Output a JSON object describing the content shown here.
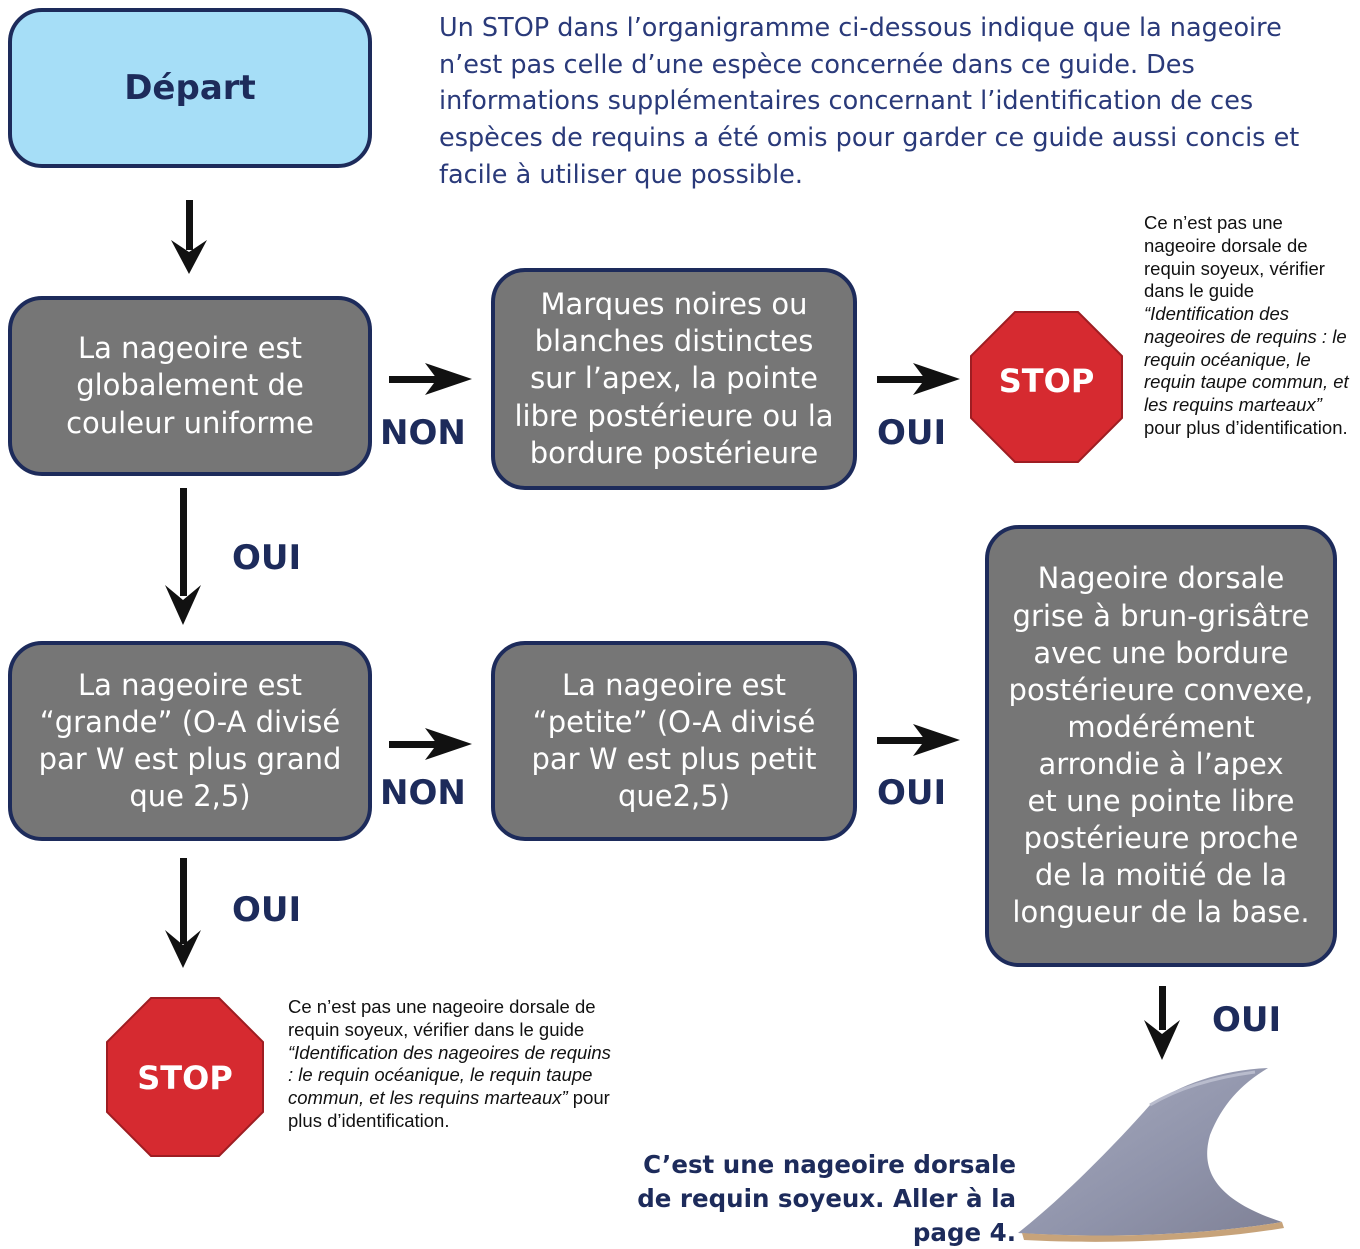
{
  "intro_text": "Un STOP dans l’organigramme ci-dessous indique que la nageoire n’est pas celle d’une espèce concernée dans ce guide. Des informations supplémentaires concernant l’identification de ces espèces de requins a été omis pour garder ce guide aussi concis et facile à utiliser que possible.",
  "nodes": {
    "start": "Départ",
    "q1": "La nageoire est\nglobalement de\ncouleur uniforme",
    "q2": "Marques noires ou\nblanches distinctes\nsur l’apex, la pointe\nlibre postérieure ou la\nbordure postérieure",
    "q3": "La nageoire est\n“grande” (O-A divisé\npar W est plus grand\nque 2,5)",
    "q4": "La nageoire est\n“petite” (O-A divisé\npar W est plus petit\nque2,5)",
    "q5": "Nageoire dorsale\ngrise à brun-grisâtre\navec une bordure\npostérieure convexe,\nmodérément\narrondie à l’apex\net une pointe libre\npostérieure proche\nde la moitié de la\nlongueur de la base."
  },
  "labels": {
    "non_1": "NON",
    "oui_1": "OUI",
    "oui_2": "OUI",
    "non_2": "NON",
    "oui_3": "OUI",
    "oui_4": "OUI",
    "oui_5": "OUI"
  },
  "stop_label": "STOP",
  "stop_note_top": {
    "before": "Ce n’est pas une nageoire dorsale de requin soyeux, vérifier dans le guide ",
    "italic": "“Identification des nageoires de requins : le requin océanique, le requin taupe commun, et les requins marteaux”",
    "after": " pour plus d’identification."
  },
  "stop_note_bottom": {
    "before": "Ce n’est pas une nageoire dorsale de requin soyeux,  vérifier dans le guide ",
    "italic": "“Identification des nageoires de requins : le requin océanique, le requin taupe commun, et les requins marteaux”",
    "after": " pour plus d’identification."
  },
  "final_text": "C’est une nageoire dorsale\nde requin soyeux. Aller à la\npage 4.",
  "colors": {
    "start_fill": "#a6def7",
    "question_fill": "#767676",
    "border": "#1d2b5b",
    "stop_red": "#d62a30",
    "label_text": "#1d2b5b",
    "intro_text": "#2a3a7a"
  },
  "images": {
    "fin": "shark-dorsal-fin"
  }
}
